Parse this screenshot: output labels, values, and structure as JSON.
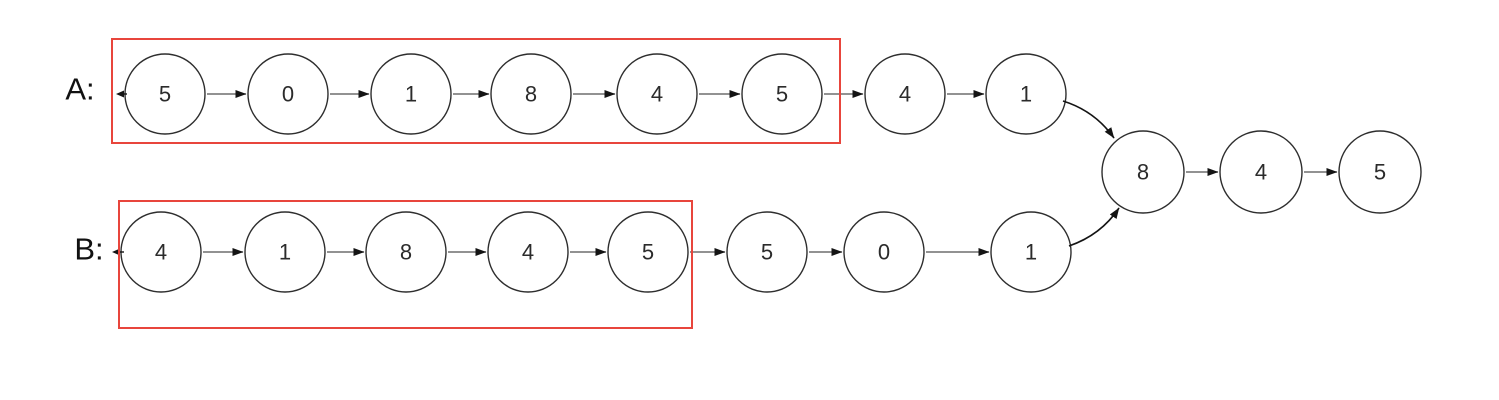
{
  "diagram": {
    "title": "linked-list-intersection",
    "list_a": {
      "label": "A:",
      "nodes": [
        "5",
        "0",
        "1",
        "8",
        "4",
        "5",
        "4",
        "1"
      ],
      "boxed_count": 6
    },
    "list_b": {
      "label": "B:",
      "nodes": [
        "4",
        "1",
        "8",
        "4",
        "5",
        "5",
        "0",
        "1"
      ],
      "boxed_count": 5
    },
    "shared_tail": {
      "nodes": [
        "8",
        "4",
        "5"
      ]
    },
    "colors": {
      "background": "#ffffff",
      "highlight_box": "#e8453c",
      "node_stroke": "#2e2e2e",
      "node_fill": "#ffffff",
      "arrow_line": "#6e6e6e",
      "arrow_head": "#141414",
      "node_text": "#2b2b2b",
      "label_text": "#111111"
    }
  }
}
